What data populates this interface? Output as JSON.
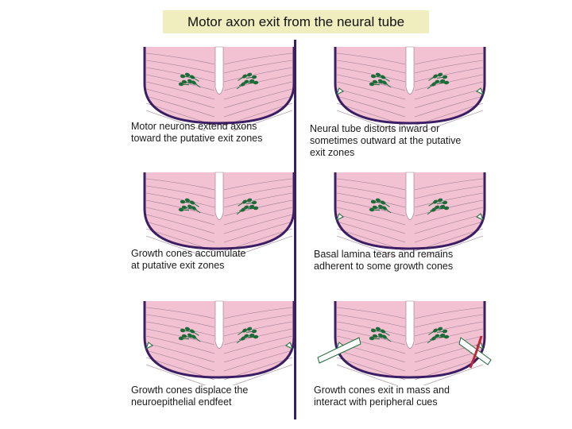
{
  "title": "Motor axon exit from the neural tube",
  "colors": {
    "tissue": "#f2c2d2",
    "tissue_line": "#9a7a90",
    "basal_lamina": "#3b1e63",
    "neuron": "#1e6b3a",
    "cue": "#c0263a",
    "title_bg": "#f0eebe"
  },
  "panels": [
    {
      "id": "left-1",
      "caption": "Motor neurons extend axons\ntoward the putative exit zones",
      "stage": 1
    },
    {
      "id": "left-2",
      "caption": "Growth cones accumulate\nat putative exit zones",
      "stage": 2
    },
    {
      "id": "left-3",
      "caption": "Growth cones displace the\nneuroepithelial endfeet",
      "stage": 3
    },
    {
      "id": "right-1",
      "caption": "Neural tube distorts inward or\nsometimes outward at the putative\nexit zones",
      "stage": 4
    },
    {
      "id": "right-2",
      "caption": "Basal lamina tears and remains\nadherent to some growth cones",
      "stage": 5
    },
    {
      "id": "right-3",
      "caption": "Growth cones exit in mass and\ninteract with peripheral cues",
      "stage": 6
    }
  ]
}
